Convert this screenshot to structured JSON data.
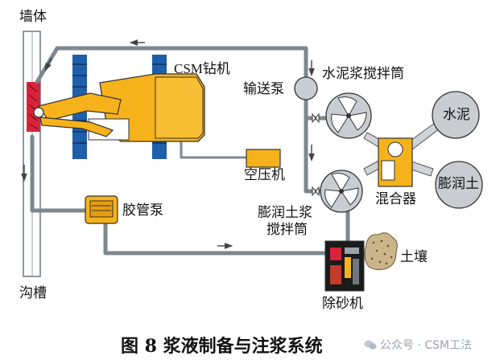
{
  "labels": {
    "wall": "墙体",
    "trench": "沟槽",
    "csm": "CSM钻机",
    "pump": "输送泵",
    "cement_mixer": "水泥浆搅拌筒",
    "cement": "水泥",
    "compressor": "空压机",
    "mixer": "混合器",
    "bentonite": "膨润土",
    "hose_pump": "胶管泵",
    "bentonite_mixer_1": "膨润土浆",
    "bentonite_mixer_2": "搅拌筒",
    "soil": "土壤",
    "desander": "除砂机"
  },
  "caption": "图 8   浆液制备与注浆系统",
  "watermark": "公众号 · CSM工法",
  "colors": {
    "rig_yellow": "#f6b21a",
    "tower_blue": "#1f5faa",
    "pipe_gray": "#7d8790",
    "tank_gray": "#c9cdd2",
    "wall_red": "#d9233a"
  }
}
